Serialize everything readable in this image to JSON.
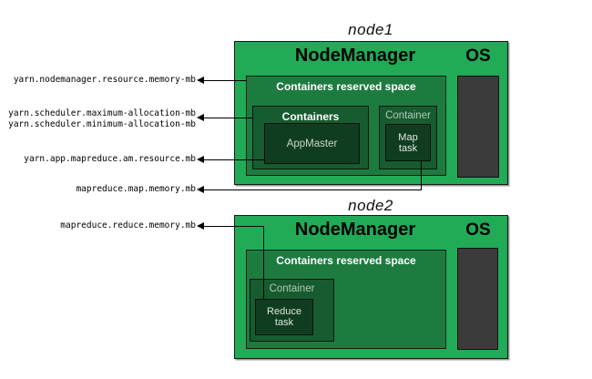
{
  "node1": {
    "title": "node1",
    "nodemanager": "NodeManager",
    "os": "OS",
    "reserved": "Containers reserved space",
    "containers": "Containers",
    "appmaster": "AppMaster",
    "container": "Container",
    "task": {
      "line1": "Map",
      "line2": "task"
    }
  },
  "node2": {
    "title": "node2",
    "nodemanager": "NodeManager",
    "os": "OS",
    "reserved": "Containers reserved space",
    "container": "Container",
    "task": {
      "line1": "Reduce",
      "line2": "task"
    }
  },
  "labels": {
    "nm_resource": "yarn.nodemanager.resource.memory-mb",
    "sched_max": "yarn.scheduler.maximum-allocation-mb",
    "sched_min": "yarn.scheduler.minimum-allocation-mb",
    "am_resource": "yarn.app.mapreduce.am.resource.mb",
    "map_memory": "mapreduce.map.memory.mb",
    "reduce_memory": "mapreduce.reduce.memory.mb"
  },
  "colors": {
    "node_green": "#22ab57",
    "reserved_green": "#1e7b40",
    "container_green": "#175c30",
    "task_green": "#103d20",
    "os_gray": "#3b3b3b"
  }
}
